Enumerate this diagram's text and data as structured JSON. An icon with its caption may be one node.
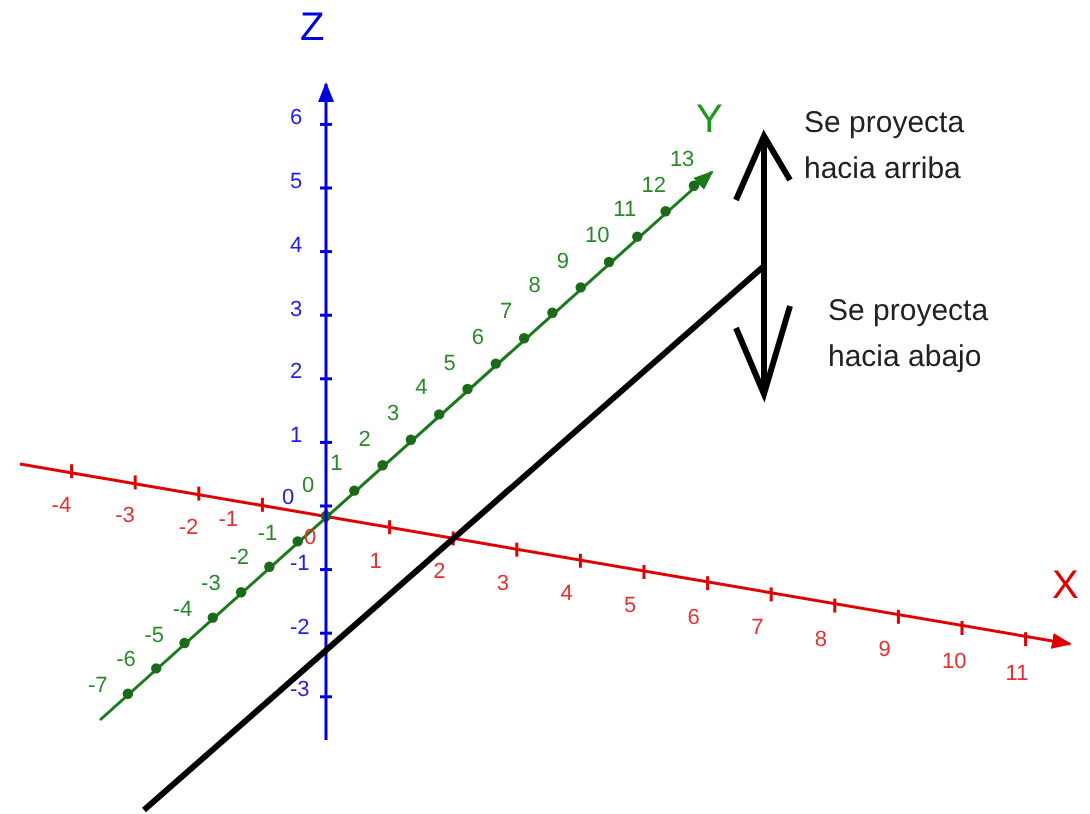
{
  "diagram": {
    "labels": [
      "Z",
      "Y",
      "Se proyecta hacia arriba",
      "Se proyecta hacia abajo",
      "X",
      "6",
      "5",
      "4",
      "3",
      "2",
      "1",
      "0",
      "-1",
      "-2",
      "-3",
      "-7",
      "-6",
      "-5",
      "-4",
      "-3",
      "-2",
      "-1",
      "0",
      "1",
      "2",
      "3",
      "4",
      "5",
      "6",
      "7",
      "8",
      "9",
      "10",
      "11",
      "12",
      "13",
      "-4",
      "-3",
      "-2",
      "-1",
      "0",
      "1",
      "2",
      "3",
      "4",
      "5",
      "6",
      "7",
      "8",
      "9",
      "10",
      "11"
    ]
  }
}
